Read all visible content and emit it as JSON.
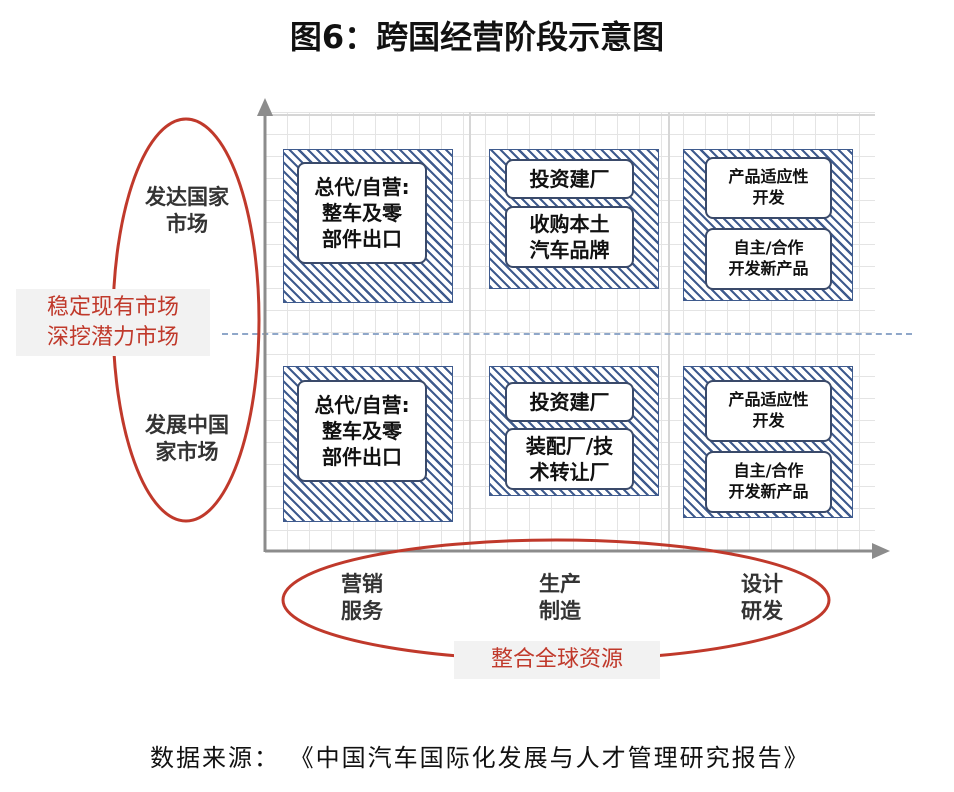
{
  "title": "图6：跨国经营阶段示意图",
  "rows": {
    "developed": "发达国家\n市场",
    "developing": "发展中国\n家市场"
  },
  "left_annotation": "稳定现有市场\n深挖潜力市场",
  "columns": {
    "marketing": "营销\n服务",
    "production": "生产\n制造",
    "design": "设计\n研发"
  },
  "bottom_annotation": "整合全球资源",
  "cells": {
    "dev_marketing": "总代/自营:\n整车及零\n部件出口",
    "dev_production_1": "投资建厂",
    "dev_production_2": "收购本土\n汽车品牌",
    "dev_design_1": "产品适应性\n开发",
    "dev_design_2": "自主/合作\n开发新产品",
    "dvg_marketing": "总代/自营:\n整车及零\n部件出口",
    "dvg_production_1": "投资建厂",
    "dvg_production_2": "装配厂/技\n术转让厂",
    "dvg_design_1": "产品适应性\n开发",
    "dvg_design_2": "自主/合作\n开发新产品"
  },
  "source": "数据来源：  《中国汽车国际化发展与人才管理研究报告》",
  "colors": {
    "hatch": "#3f5b8e",
    "accent_red": "#c0392b",
    "dashed_divider": "#8fa7c9"
  }
}
